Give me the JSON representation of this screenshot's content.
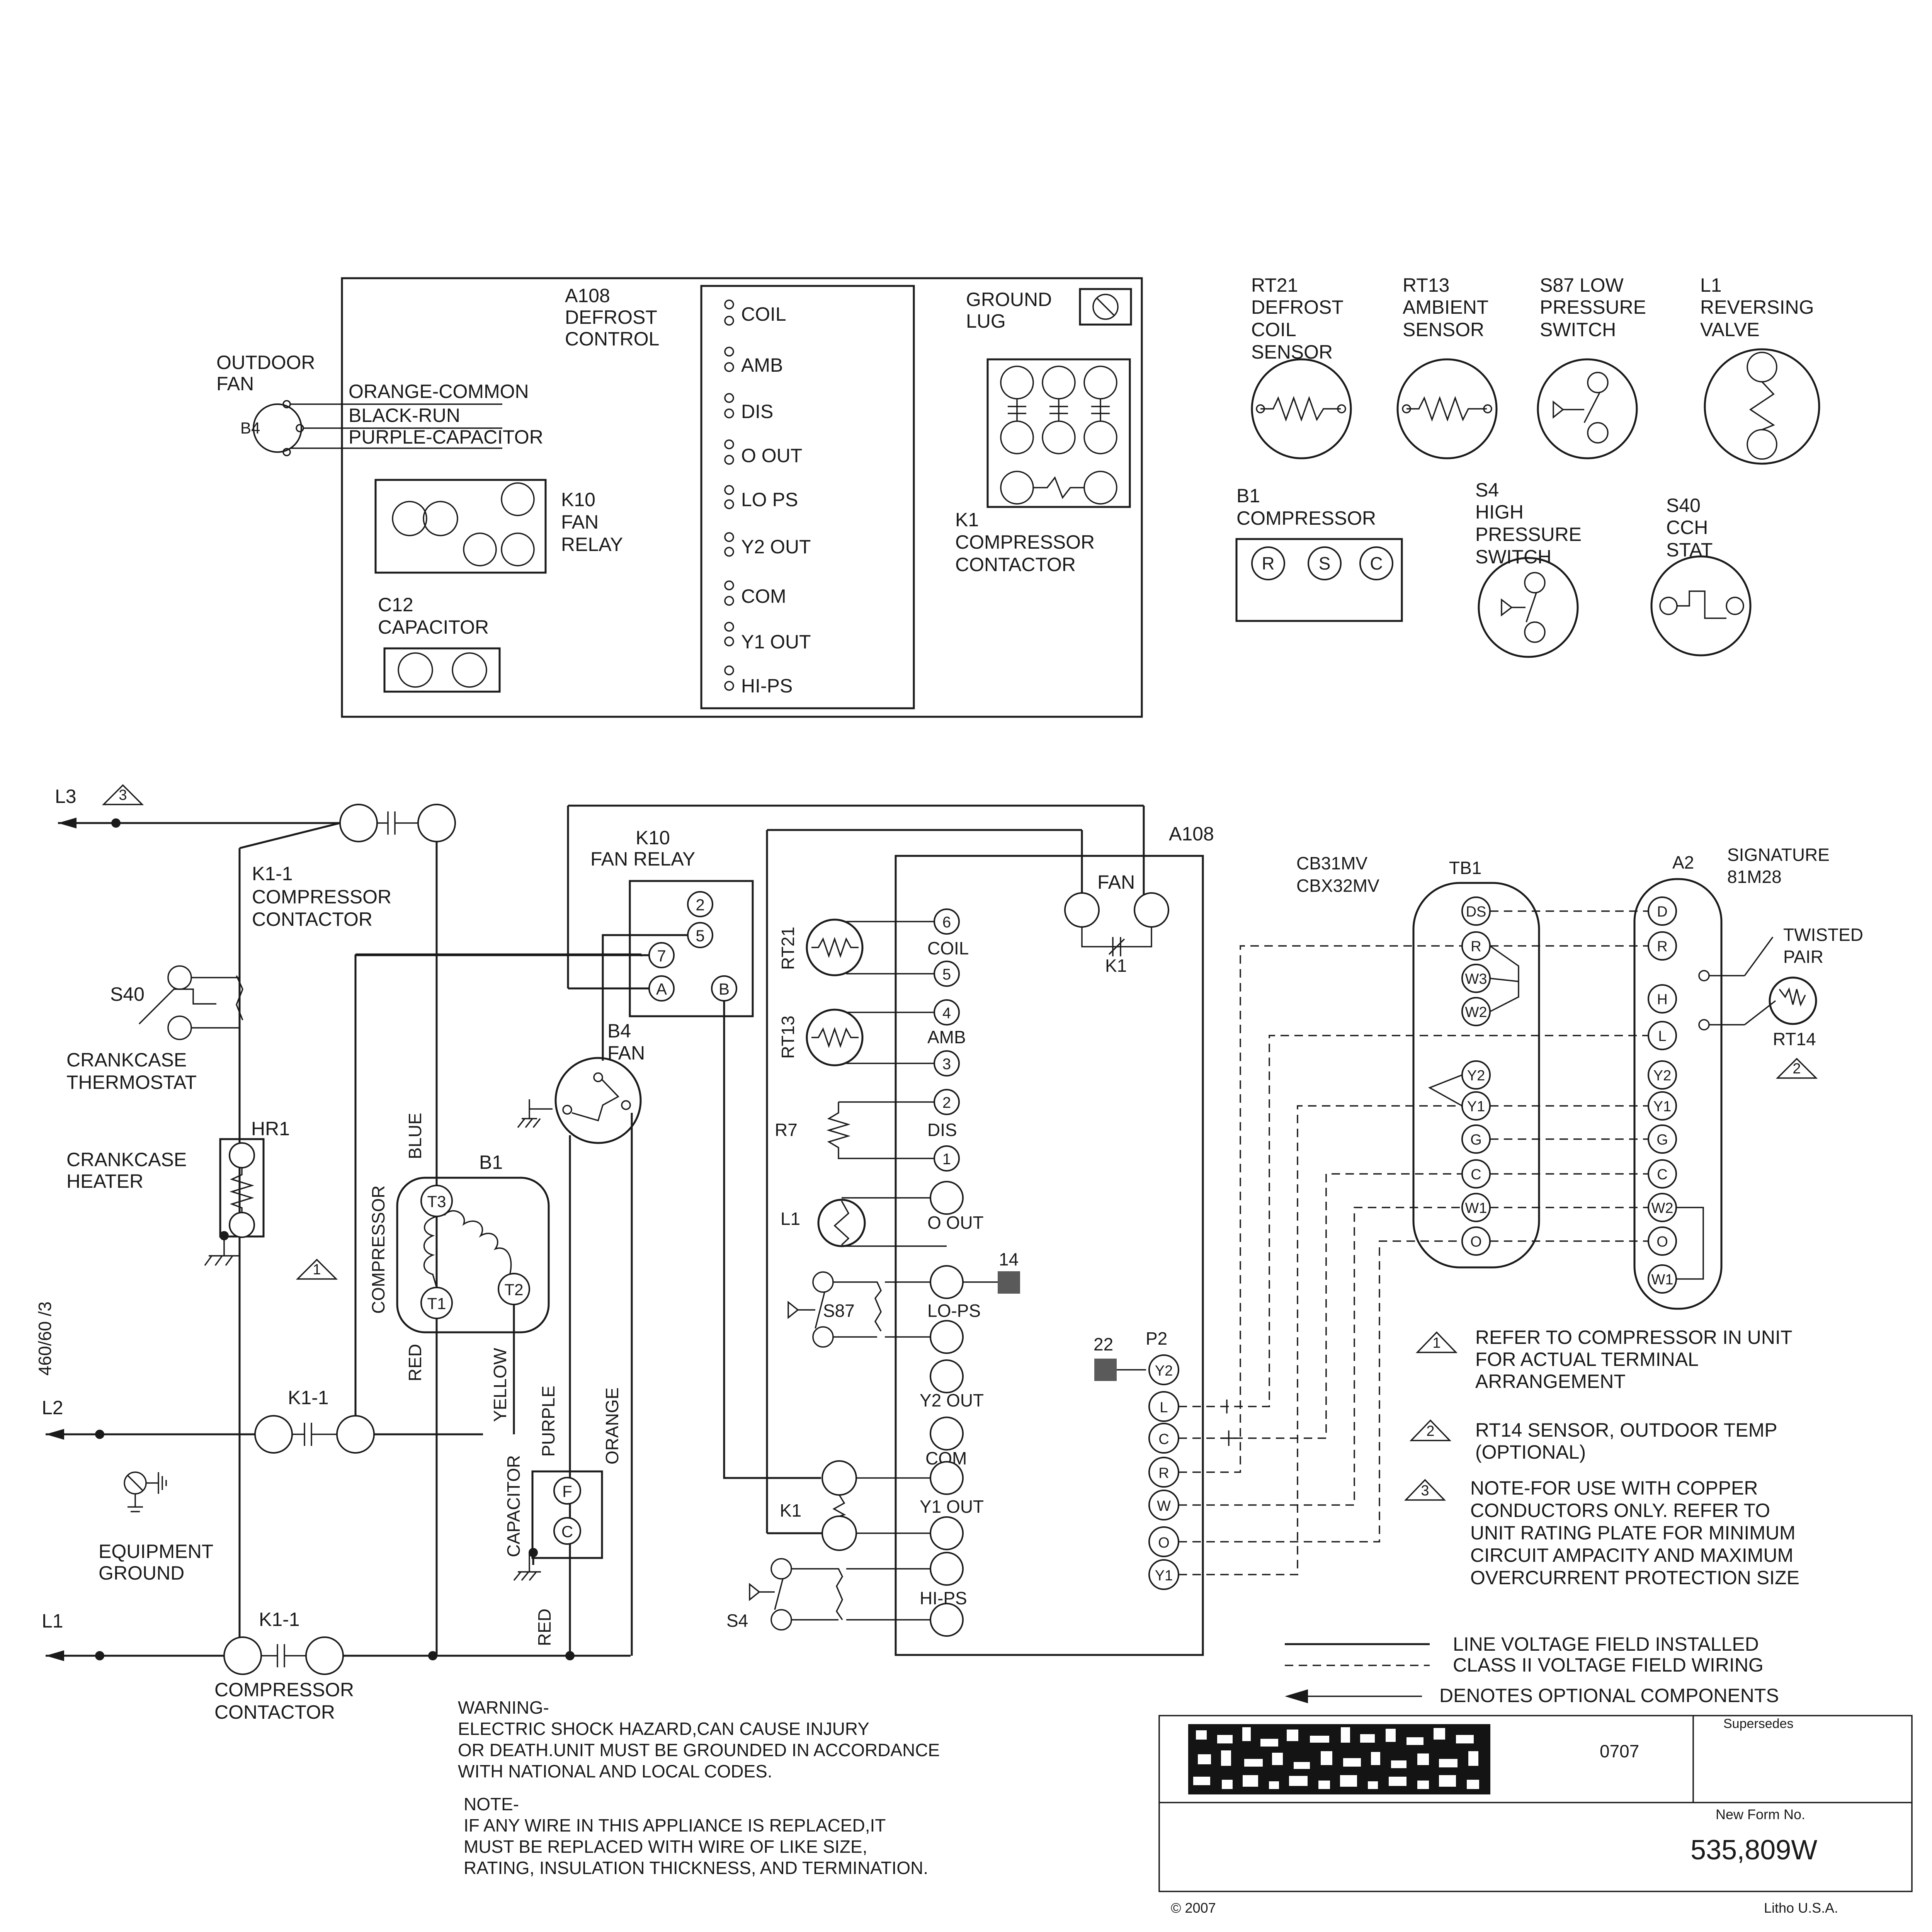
{
  "component_block": {
    "outdoor_fan": [
      "OUTDOOR",
      "FAN"
    ],
    "b4": "B4",
    "fan_wires": [
      "ORANGE-COMMON",
      "BLACK-RUN",
      "PURPLE-CAPACITOR"
    ],
    "a108": [
      "A108",
      "DEFROST",
      "CONTROL"
    ],
    "terminals": [
      "COIL",
      "AMB",
      "DIS",
      "O OUT",
      "LO PS",
      "Y2 OUT",
      "COM",
      "Y1 OUT",
      "HI-PS"
    ],
    "ground_lug": [
      "GROUND",
      "LUG"
    ],
    "k10": [
      "K10",
      "FAN",
      "RELAY"
    ],
    "k1": [
      "K1",
      "COMPRESSOR",
      "CONTACTOR"
    ],
    "c12": [
      "C12",
      "CAPACITOR"
    ]
  },
  "legend_parts": {
    "rt21": [
      "RT21",
      "DEFROST",
      "COIL",
      "SENSOR"
    ],
    "rt13": [
      "RT13",
      "AMBIENT",
      "SENSOR"
    ],
    "s87": [
      "S87 LOW",
      "PRESSURE",
      "SWITCH"
    ],
    "l1": [
      "L1",
      "REVERSING",
      "VALVE"
    ],
    "b1": [
      "B1",
      "COMPRESSOR"
    ],
    "b1_terminals": [
      "R",
      "S",
      "C"
    ],
    "s4": [
      "S4",
      "HIGH",
      "PRESSURE",
      "SWITCH"
    ],
    "s40": [
      "S40",
      "CCH",
      "STAT"
    ]
  },
  "schematic": {
    "l3": "L3",
    "l2": "L2",
    "l1": "L1",
    "tri3": "3",
    "tri1": "1",
    "tri2": "2",
    "k1_1_top": [
      "K1-1",
      "COMPRESSOR",
      "CONTACTOR"
    ],
    "k1_1_mid": "K1-1",
    "k1_1_bot": "K1-1",
    "bottom_contactor": [
      "COMPRESSOR",
      "CONTACTOR"
    ],
    "s40": "S40",
    "crankcase_thermostat": [
      "CRANKCASE",
      "THERMOSTAT"
    ],
    "hr1": "HR1",
    "crankcase_heater": [
      "CRANKCASE",
      "HEATER"
    ],
    "voltage": "460/60 /3",
    "equipment_ground": [
      "EQUIPMENT",
      "GROUND"
    ],
    "k10": [
      "K10",
      "FAN RELAY"
    ],
    "k10_pins": [
      "2",
      "5",
      "7",
      "A",
      "B"
    ],
    "b4": [
      "B4",
      "FAN"
    ],
    "b1": "B1",
    "b1_terms": [
      "T3",
      "T1",
      "T2"
    ],
    "wire_colors": [
      "BLUE",
      "COMPRESSOR",
      "RED",
      "YELLOW",
      "PURPLE",
      "ORANGE",
      "CAPACITOR",
      "RED"
    ],
    "cap_terms": [
      "F",
      "C"
    ],
    "a108": "A108",
    "fan": "FAN",
    "k1": "K1",
    "rt21": "RT21",
    "rt13": "RT13",
    "r7": "R7",
    "l1_valve": "L1",
    "s87": "S87",
    "s4": "S4",
    "pins": [
      "6",
      "5",
      "4",
      "3",
      "2",
      "1"
    ],
    "terminal_labels": [
      "COIL",
      "AMB",
      "DIS",
      "O OUT",
      "LO-PS",
      "Y2 OUT",
      "COM",
      "Y1 OUT",
      "HI-PS"
    ],
    "wire_14": "14",
    "wire_22": "22",
    "p2": "P2",
    "p2_pins": [
      "Y2",
      "L",
      "C",
      "R",
      "W",
      "O",
      "Y1"
    ]
  },
  "thermostat": {
    "models": [
      "CB31MV",
      "CBX32MV"
    ],
    "tb1": "TB1",
    "tb1_pins": [
      "DS",
      "R",
      "W3",
      "W2",
      "Y2",
      "Y1",
      "G",
      "C",
      "W1",
      "O"
    ],
    "a2": "A2",
    "signature": [
      "SIGNATURE",
      "81M28"
    ],
    "a2_pins": [
      "D",
      "R",
      "H",
      "L",
      "Y2",
      "Y1",
      "G",
      "C",
      "W2",
      "O",
      "W1"
    ],
    "twisted_pair": [
      "TWISTED",
      "PAIR"
    ],
    "rt14": "RT14"
  },
  "notes": {
    "n1": [
      "REFER TO COMPRESSOR IN UNIT",
      "FOR ACTUAL TERMINAL",
      "ARRANGEMENT"
    ],
    "n2": [
      "RT14 SENSOR, OUTDOOR TEMP",
      "(OPTIONAL)"
    ],
    "n3": [
      "NOTE-FOR USE WITH COPPER",
      "CONDUCTORS ONLY. REFER TO",
      "UNIT RATING PLATE FOR MINIMUM",
      "CIRCUIT AMPACITY AND MAXIMUM",
      "OVERCURRENT PROTECTION SIZE"
    ],
    "legend": [
      "LINE VOLTAGE FIELD INSTALLED",
      "CLASS II VOLTAGE FIELD WIRING",
      "DENOTES OPTIONAL COMPONENTS"
    ],
    "warning": [
      "WARNING-",
      "ELECTRIC SHOCK HAZARD,CAN CAUSE INJURY",
      "OR DEATH.UNIT MUST BE GROUNDED IN ACCORDANCE",
      "WITH NATIONAL AND LOCAL CODES."
    ],
    "note": [
      "NOTE-",
      "IF ANY WIRE IN THIS APPLIANCE IS REPLACED,IT",
      "MUST BE REPLACED WITH WIRE OF LIKE SIZE,",
      "RATING, INSULATION THICKNESS, AND TERMINATION."
    ]
  },
  "title_block": {
    "date_code": "0707",
    "supersedes": "Supersedes",
    "new_form_label": "New Form No.",
    "form_number": "535,809W",
    "copyright": "© 2007",
    "litho": "Litho U.S.A."
  }
}
